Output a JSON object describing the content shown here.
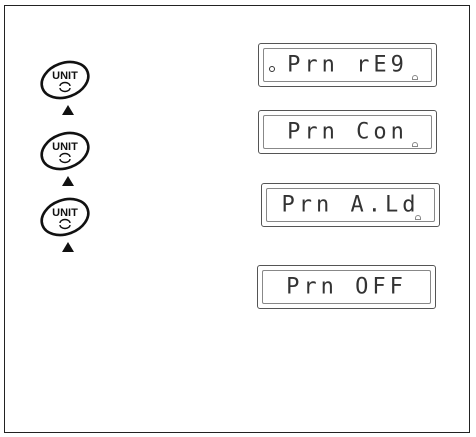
{
  "unit_button": {
    "label": "UNIT",
    "icon": "cycle-arrows-icon"
  },
  "displays": [
    {
      "text": "Prn rE9",
      "indicator_dot": true,
      "lock_icon": true
    },
    {
      "text": "Prn Con",
      "indicator_dot": false,
      "lock_icon": true
    },
    {
      "text": "Prn A.Ld",
      "indicator_dot": false,
      "lock_icon": true
    },
    {
      "text": "Prn OFF",
      "indicator_dot": false,
      "lock_icon": false
    }
  ]
}
